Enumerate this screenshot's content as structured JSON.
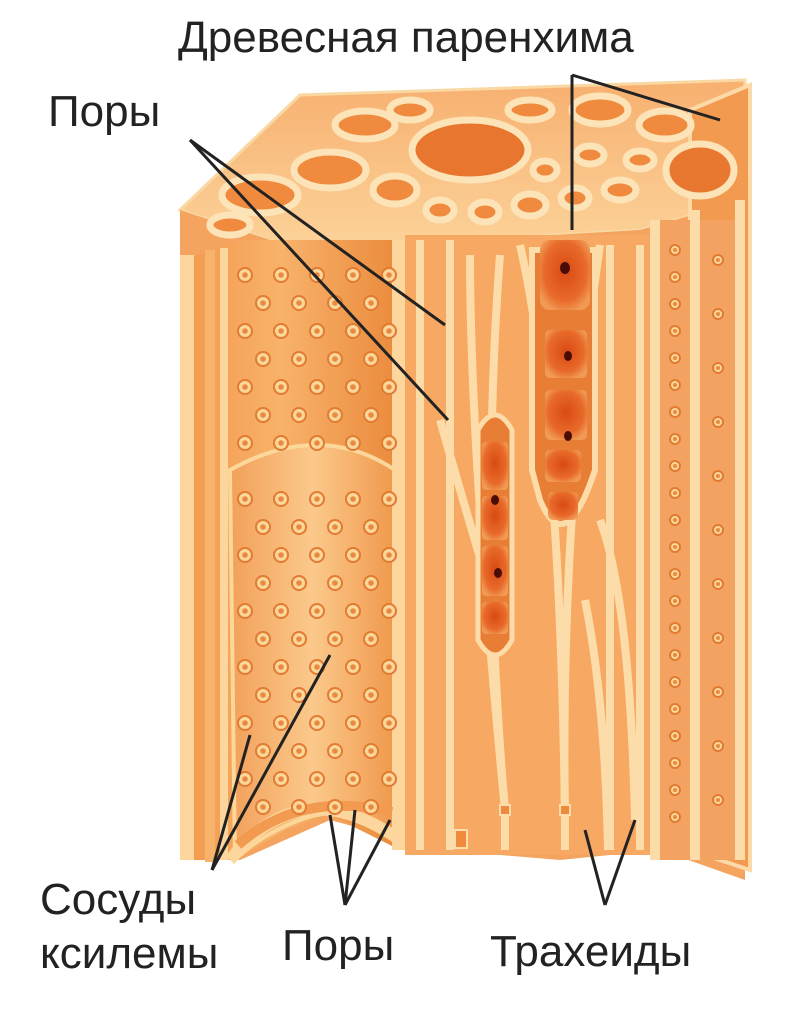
{
  "labels": {
    "parenchyma": "Древесная паренхима",
    "pores_top": "Поры",
    "vessels_line1": "Сосуды",
    "vessels_line2": "ксилемы",
    "pores_bottom": "Поры",
    "tracheids": "Трахеиды"
  },
  "colors": {
    "wall_light": "#fbd79a",
    "wall_mid": "#f7a65a",
    "cell_orange": "#ef8434",
    "cell_deep": "#e06a22",
    "nucleus": "#5a1208",
    "line": "#222222"
  }
}
